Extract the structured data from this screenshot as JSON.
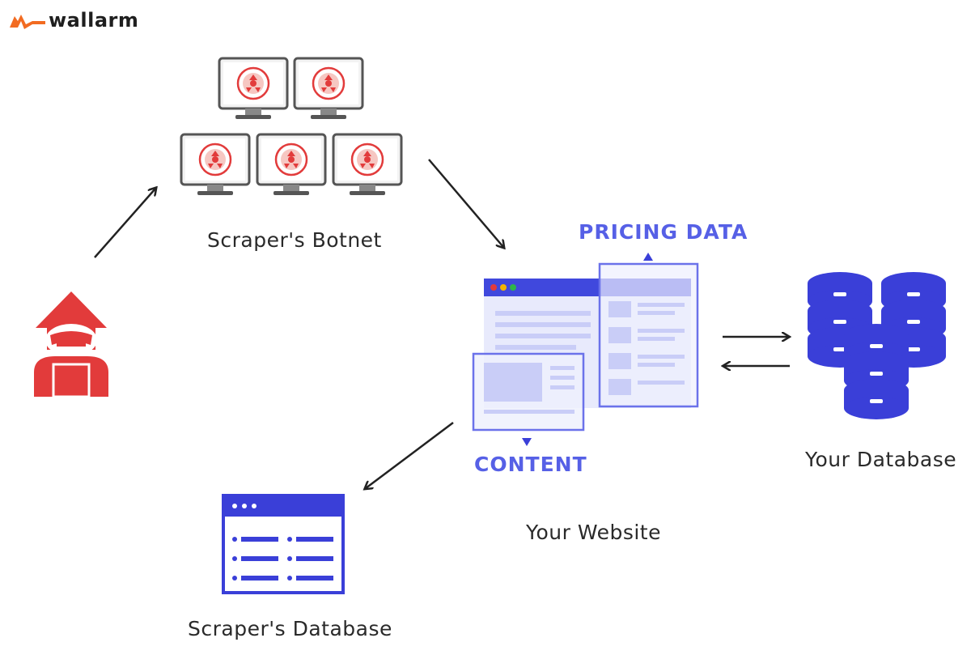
{
  "logo": {
    "text": "wallarm",
    "accent_color": "#f26b21"
  },
  "labels": {
    "botnet": "Scraper's Botnet",
    "pricing": "PRICING DATA",
    "content": "CONTENT",
    "website": "Your Website",
    "your_database": "Your Database",
    "scraper_database": "Scraper's Database"
  },
  "icons": {
    "attacker": "hooded-hacker-icon",
    "botnet": "infected-monitor-icon",
    "website": "browser-window-icon",
    "database": "database-stack-icon",
    "scraper_db": "table-window-icon"
  },
  "colors": {
    "hacker_red": "#e23b3b",
    "blue": "#3a3fd8",
    "light_blue": "#c9cdf7",
    "text": "#2a2a2a"
  }
}
